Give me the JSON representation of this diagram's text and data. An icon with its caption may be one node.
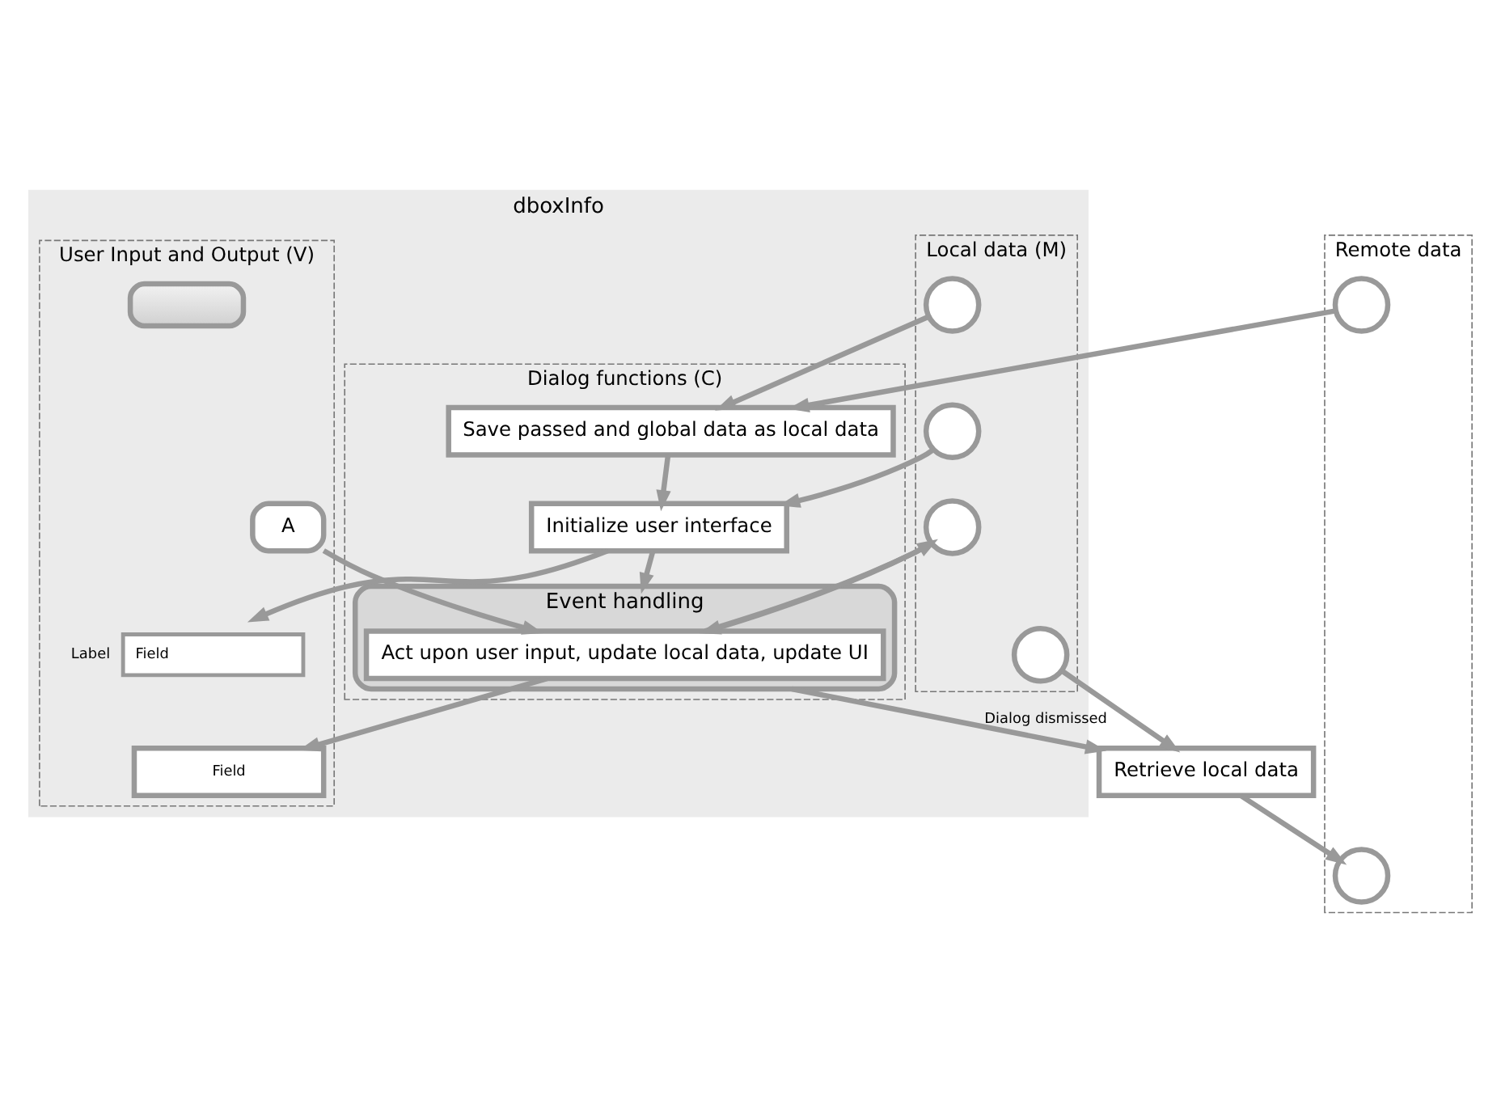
{
  "diagram": {
    "nodes": [
      {
        "text": [
          "dboxInfo"
        ]
      },
      {
        "text": [
          "Remote data"
        ]
      },
      {
        "text": [],
        "shape": "circle",
        "in": 1
      },
      {
        "text": [],
        "shape": "circle",
        "in": 1
      },
      {
        "text": [
          "Local data (M)"
        ],
        "in": 0
      },
      {
        "text": [],
        "shape": "circle",
        "in": 4
      },
      {
        "text": [],
        "shape": "circle",
        "in": 4
      },
      {
        "text": [],
        "shape": "circle",
        "in": 4
      },
      {
        "text": [],
        "shape": "circle",
        "in": 4
      },
      {
        "text": [
          "Dialog functions (C)"
        ],
        "in": 0
      },
      {
        "text": [
          "Save passed and global data as local data"
        ],
        "in": 9
      },
      {
        "text": [
          "Initialize user interface"
        ],
        "in": 9
      },
      {
        "text": [
          "Event handling"
        ],
        "in": 9
      },
      {
        "text": [
          "Act upon user input, update local data, update UI"
        ],
        "in": 12
      },
      {
        "text": [
          "Retrieve local data"
        ]
      },
      {
        "text": [
          "User Input and Output (V)"
        ],
        "in": 0
      },
      {
        "text": [
          "Field"
        ],
        "beside": [
          "Label"
        ],
        "in": 15
      },
      {
        "text": [
          "A"
        ],
        "in": 15
      },
      {
        "text": [],
        "shape": "box",
        "in": 15
      },
      {
        "text": [
          "Field"
        ],
        "in": 15
      }
    ],
    "edges": [
      {
        "from": 2,
        "to": 10,
        "arrow": "to"
      },
      {
        "from": 5,
        "to": 10,
        "arrow": "to"
      },
      {
        "from": 10,
        "to": 11,
        "arrow": "to"
      },
      {
        "from": 6,
        "to": 11,
        "arrow": "to"
      },
      {
        "from": 11,
        "to": 16,
        "arrow": "to"
      },
      {
        "from": 11,
        "to": 12,
        "arrow": "to"
      },
      {
        "from": 13,
        "to": 7,
        "arrow": "to"
      },
      {
        "from": 7,
        "to": 13,
        "arrow": "to"
      },
      {
        "from": 17,
        "to": 13,
        "arrow": "to"
      },
      {
        "from": 13,
        "to": 19,
        "arrow": "to"
      },
      {
        "from": 12,
        "to": 14,
        "arrow": "to",
        "label": "Dialog dismissed"
      },
      {
        "from": 8,
        "to": 14,
        "arrow": "to"
      },
      {
        "from": 14,
        "to": 3,
        "arrow": "to"
      }
    ]
  }
}
